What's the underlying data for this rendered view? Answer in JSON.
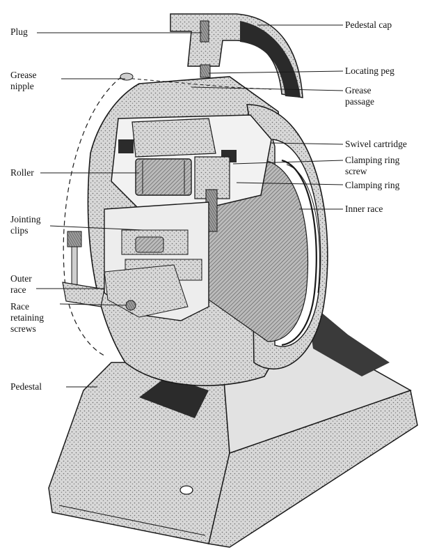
{
  "labels": {
    "plug": "Plug",
    "grease_nipple": "Grease\nnipple",
    "roller": "Roller",
    "jointing_clips": "Jointing\nclips",
    "outer_race": "Outer\nrace",
    "race_retaining_screws": "Race\nretaining\nscrews",
    "pedestal": "Pedestal",
    "pedestal_cap": "Pedestal cap",
    "locating_peg": "Locating peg",
    "grease_passage": "Grease\npassage",
    "swivel_cartridge": "Swivel cartridge",
    "clamping_ring_screw": "Clamping ring\nscrew",
    "clamping_ring": "Clamping ring",
    "inner_race": "Inner race"
  },
  "colors": {
    "ink": "#1a1a1a",
    "shade": "#9a9a9a",
    "dark": "#2b2b2b",
    "light": "#e6e6e6"
  }
}
